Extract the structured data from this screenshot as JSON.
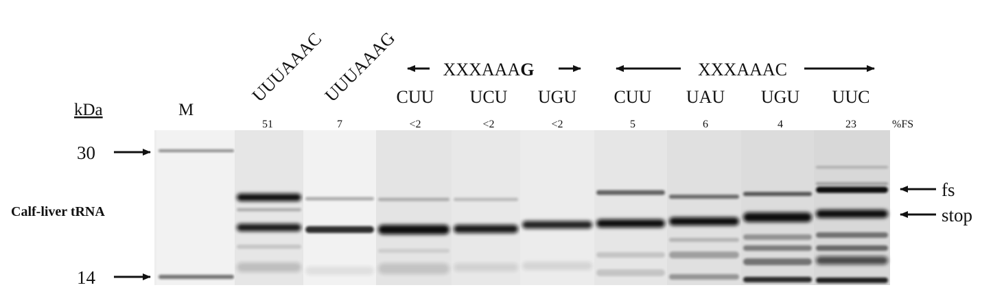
{
  "figure": {
    "kda_label": "kDa",
    "marker_lane_label": "M",
    "row_label": "Calf-liver tRNA",
    "fs_column_label": "%FS",
    "markers": [
      {
        "label": "30",
        "value": 30
      },
      {
        "label": "14",
        "value": 14
      }
    ],
    "band_labels": {
      "fs": "fs",
      "stop": "stop"
    },
    "control_lanes": [
      {
        "text": "UUUAAAC",
        "bold_last": false
      },
      {
        "text": "UUUAAAG",
        "bold_last": true
      }
    ],
    "groups": [
      {
        "prefix": "XXXAAA",
        "suffix": "G",
        "bold_suffix": true
      },
      {
        "prefix": "XXXAAA",
        "suffix": "C",
        "bold_suffix": false
      }
    ],
    "lane_codons": [
      "CUU",
      "UCU",
      "UGU",
      "CUU",
      "UAU",
      "UGU",
      "UUC"
    ],
    "fs_percent": [
      "51",
      "7",
      "<2",
      "<2",
      "<2",
      "5",
      "6",
      "4",
      "23"
    ]
  }
}
